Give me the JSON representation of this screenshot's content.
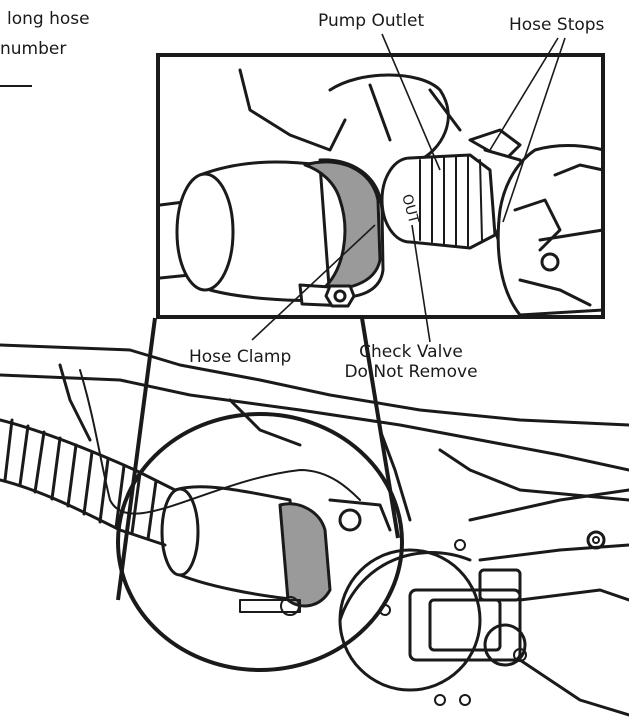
{
  "intro_text": {
    "line1": "long hose",
    "line2": "number"
  },
  "callouts": {
    "pump_outlet": "Pump Outlet",
    "hose_stops": "Hose Stops",
    "hose_clamp": "Hose Clamp",
    "check_valve_line1": "Check Valve",
    "check_valve_line2": "Do Not Remove"
  },
  "stamp_text": "OUT",
  "colors": {
    "line": "#1a1a1a",
    "clamp_gray": "#9a9a9a",
    "background": "#ffffff"
  }
}
